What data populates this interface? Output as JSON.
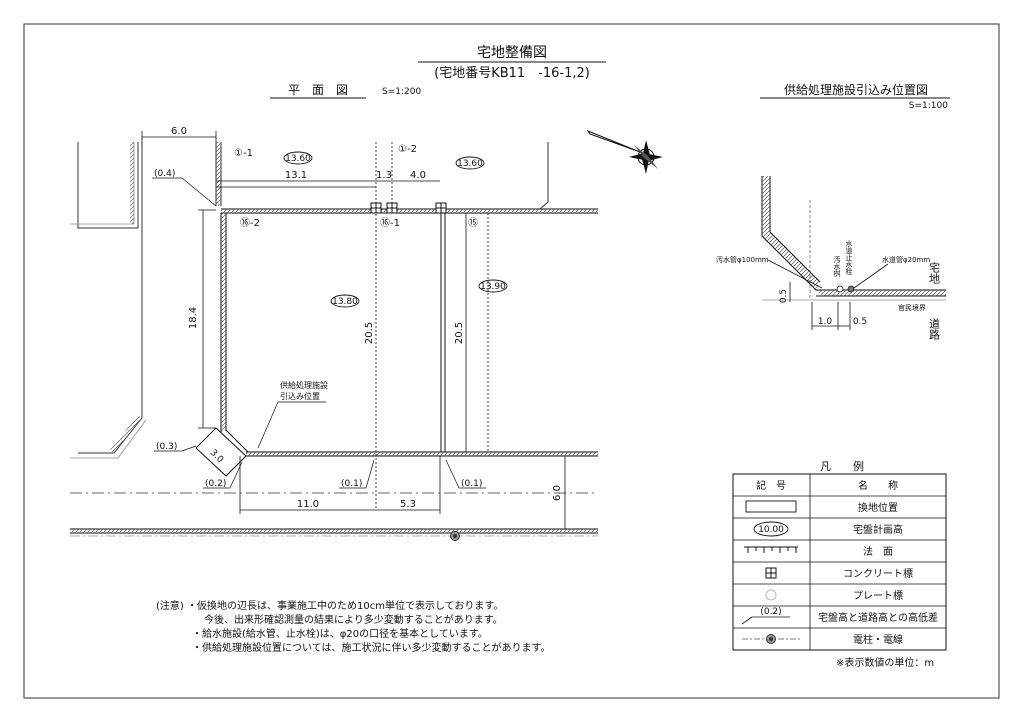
{
  "title": "宅地整備図",
  "subtitle": "(宅地番号KB11　-16-1,2)",
  "plan": {
    "label": "平　面　図",
    "scale": "S=1:200"
  },
  "detail": {
    "label": "供給処理施設引込み位置図",
    "scale": "S=1:100",
    "sewer_pipe": "汚水管φ100mm",
    "water_pipe": "水道管φ20mm",
    "sewer_box": "汚水桝",
    "stop_valve": "水道止水栓",
    "boundary": "官民境界",
    "lot_side": "宅地",
    "road_side": "道路",
    "dim_1": "1.0",
    "dim_2": "0.5",
    "dim_3": "0.5"
  },
  "lots": {
    "lot_1_1": "①-1",
    "lot_1_2": "①-2",
    "lot_16_1": "⑯-1",
    "lot_16_2": "⑯-2",
    "lot_15": "⑮",
    "h1": "13.60",
    "h2": "13.60",
    "h3": "13.80",
    "h4": "13.90"
  },
  "dims": {
    "top_width": "6.0",
    "d131": "13.1",
    "d13": "1.3",
    "d40": "4.0",
    "d184": "18.4",
    "d205a": "20.5",
    "d205b": "20.5",
    "d110": "11.0",
    "d53": "5.3",
    "d60": "6.0",
    "d30": "3.0",
    "diff_04": "(0.4)",
    "diff_03": "(0.3)",
    "diff_02": "(0.2)",
    "diff_01a": "(0.1)",
    "diff_01b": "(0.1)"
  },
  "supply_label_1": "供給処理施設",
  "supply_label_2": "引込み位置",
  "legend": {
    "title": "凡　　例",
    "col_symbol": "記　号",
    "col_name": "名　　称",
    "items": [
      {
        "name": "換地位置"
      },
      {
        "name": "宅盤計画高",
        "sample": "10.00"
      },
      {
        "name": "法　面"
      },
      {
        "name": "コンクリート標"
      },
      {
        "name": "プレート標"
      },
      {
        "name": "宅盤高と道路高との高低差",
        "sample": "(0.2)"
      },
      {
        "name": "電柱・電線"
      }
    ]
  },
  "notes": {
    "head": "(注意)",
    "n1": "・仮換地の辺長は、事業施工中のため10cm単位で表示しております。",
    "n2": "今後、出来形確認測量の結果により多少変動することがあります。",
    "n3": "・給水施設(給水管、止水栓)は、φ20の口径を基本としています。",
    "n4": "・供給処理施設位置については、施工状況に伴い多少変動することがあります。"
  },
  "unit_note": "※表示数値の単位：m"
}
